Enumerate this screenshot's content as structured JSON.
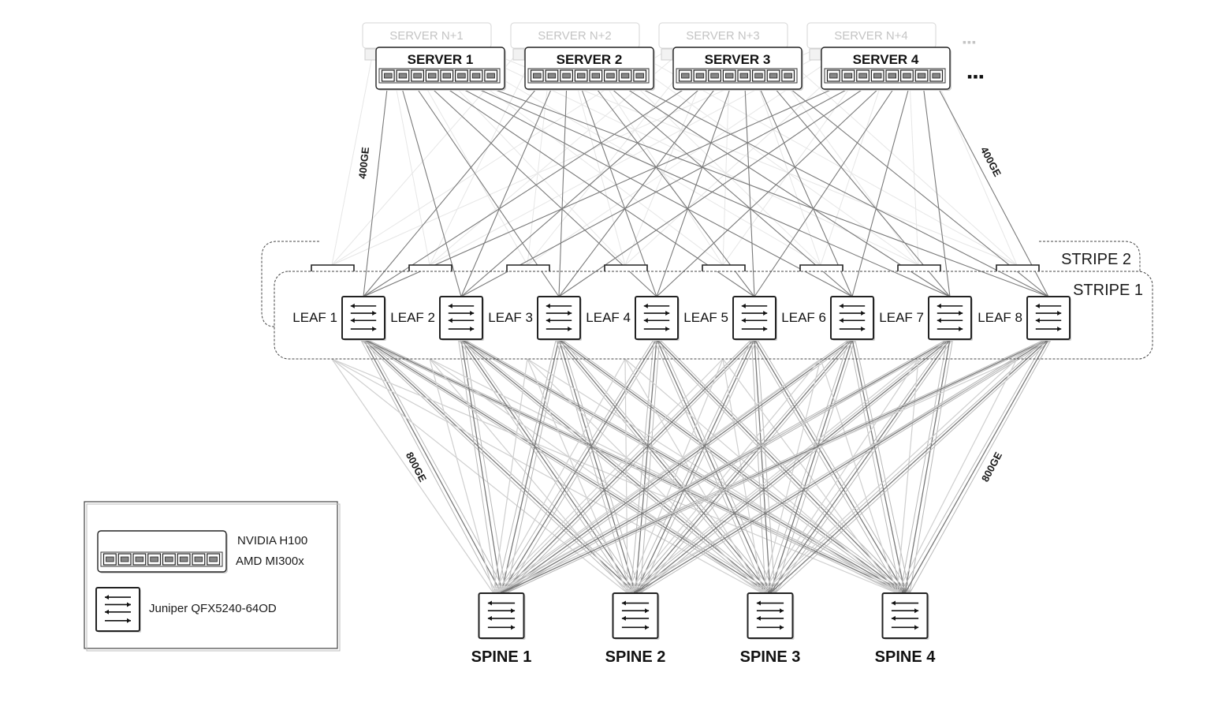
{
  "servers_front": [
    "SERVER 1",
    "SERVER 2",
    "SERVER 3",
    "SERVER 4"
  ],
  "servers_back": [
    "SERVER N+1",
    "SERVER N+2",
    "SERVER N+3",
    "SERVER N+4"
  ],
  "more_servers": "▪▪▪",
  "more_servers_back": "▪▪▪",
  "leaves": [
    "LEAF 1",
    "LEAF 2",
    "LEAF 3",
    "LEAF 4",
    "LEAF 5",
    "LEAF 6",
    "LEAF 7",
    "LEAF 8"
  ],
  "spines": [
    "SPINE 1",
    "SPINE 2",
    "SPINE 3",
    "SPINE 4"
  ],
  "stripes": {
    "stripe1": "STRIPE 1",
    "stripe2": "STRIPE 2"
  },
  "links": {
    "server_leaf_left": "400GE",
    "server_leaf_right": "400GE",
    "leaf_spine_left": "800GE",
    "leaf_spine_right": "800GE"
  },
  "legend": {
    "server_line1": "NVIDIA H100",
    "server_line2": "AMD MI300x",
    "switch": "Juniper QFX5240-64OD"
  },
  "colors": {
    "link_dark": "#7a7a7a",
    "link_light": "#cfcfcf",
    "ghost_text": "#c4c4c4",
    "outline": "#222222"
  },
  "icons": {
    "server": "gpu-server-icon",
    "switch": "switch-arrows-icon"
  }
}
